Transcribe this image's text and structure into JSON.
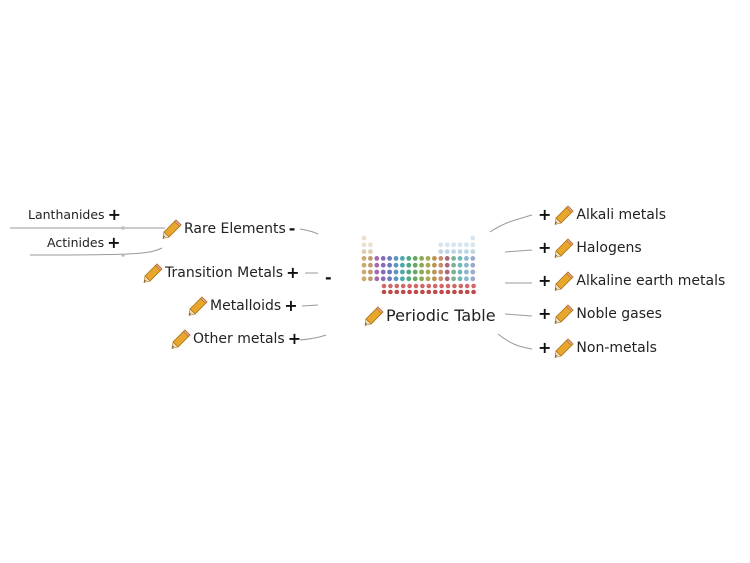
{
  "map": {
    "root": {
      "label": "Periodic Table"
    },
    "root_toggle": "-",
    "left": [
      {
        "id": "rare",
        "label": "Rare Elements",
        "toggle": "-",
        "children": [
          {
            "label": "Lanthanides",
            "toggle": "+"
          },
          {
            "label": "Actinides",
            "toggle": "+"
          }
        ]
      },
      {
        "id": "transition",
        "label": "Transition Metals",
        "toggle": "+"
      },
      {
        "id": "metalloids",
        "label": "Metalloids",
        "toggle": "+"
      },
      {
        "id": "other",
        "label": "Other metals",
        "toggle": "+"
      }
    ],
    "right": [
      {
        "id": "alkali",
        "label": "Alkali metals",
        "toggle": "+"
      },
      {
        "id": "halogens",
        "label": "Halogens",
        "toggle": "+"
      },
      {
        "id": "alkaline",
        "label": "Alkaline earth metals",
        "toggle": "+"
      },
      {
        "id": "noble",
        "label": "Noble gases",
        "toggle": "+"
      },
      {
        "id": "nonmetals",
        "label": "Non-metals",
        "toggle": "+"
      }
    ]
  },
  "colors": {
    "line": "#9a9a9a",
    "text": "#222222",
    "pencil_body": "#e8a72a",
    "pencil_tip": "#333333"
  }
}
